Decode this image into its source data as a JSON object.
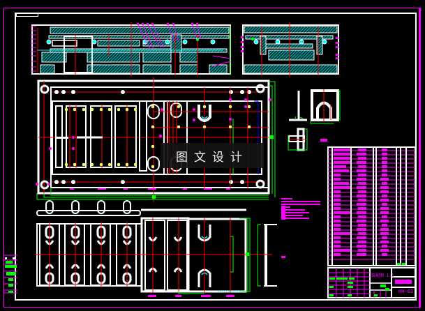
{
  "drawing": {
    "type": "cad-assembly-drawing",
    "background": "#000000",
    "colors": {
      "outline": "#ffffff",
      "border": "#ff00ff",
      "centerline": "#ff0000",
      "hatch": "#00ffff",
      "dimension": "#00ff00",
      "highlight": "#ffff00",
      "aux": "#0000ff"
    },
    "watermark": "图文设计",
    "views": [
      {
        "id": "front-section",
        "label": "Front section view"
      },
      {
        "id": "side-section",
        "label": "Side section view"
      },
      {
        "id": "top-plan",
        "label": "Top plan view"
      },
      {
        "id": "detail-parts",
        "label": "Detail part views"
      },
      {
        "id": "bottom-plan",
        "label": "Bottom plate plan view"
      },
      {
        "id": "i-beam-profile",
        "label": "Profile view"
      }
    ],
    "title_block": {
      "scale_text": "1:1",
      "drawing_number": "HH-03",
      "name_field": "装配图 1:1"
    },
    "parts_list": {
      "rows": 26
    },
    "revision_block": {
      "rows": 6
    }
  }
}
